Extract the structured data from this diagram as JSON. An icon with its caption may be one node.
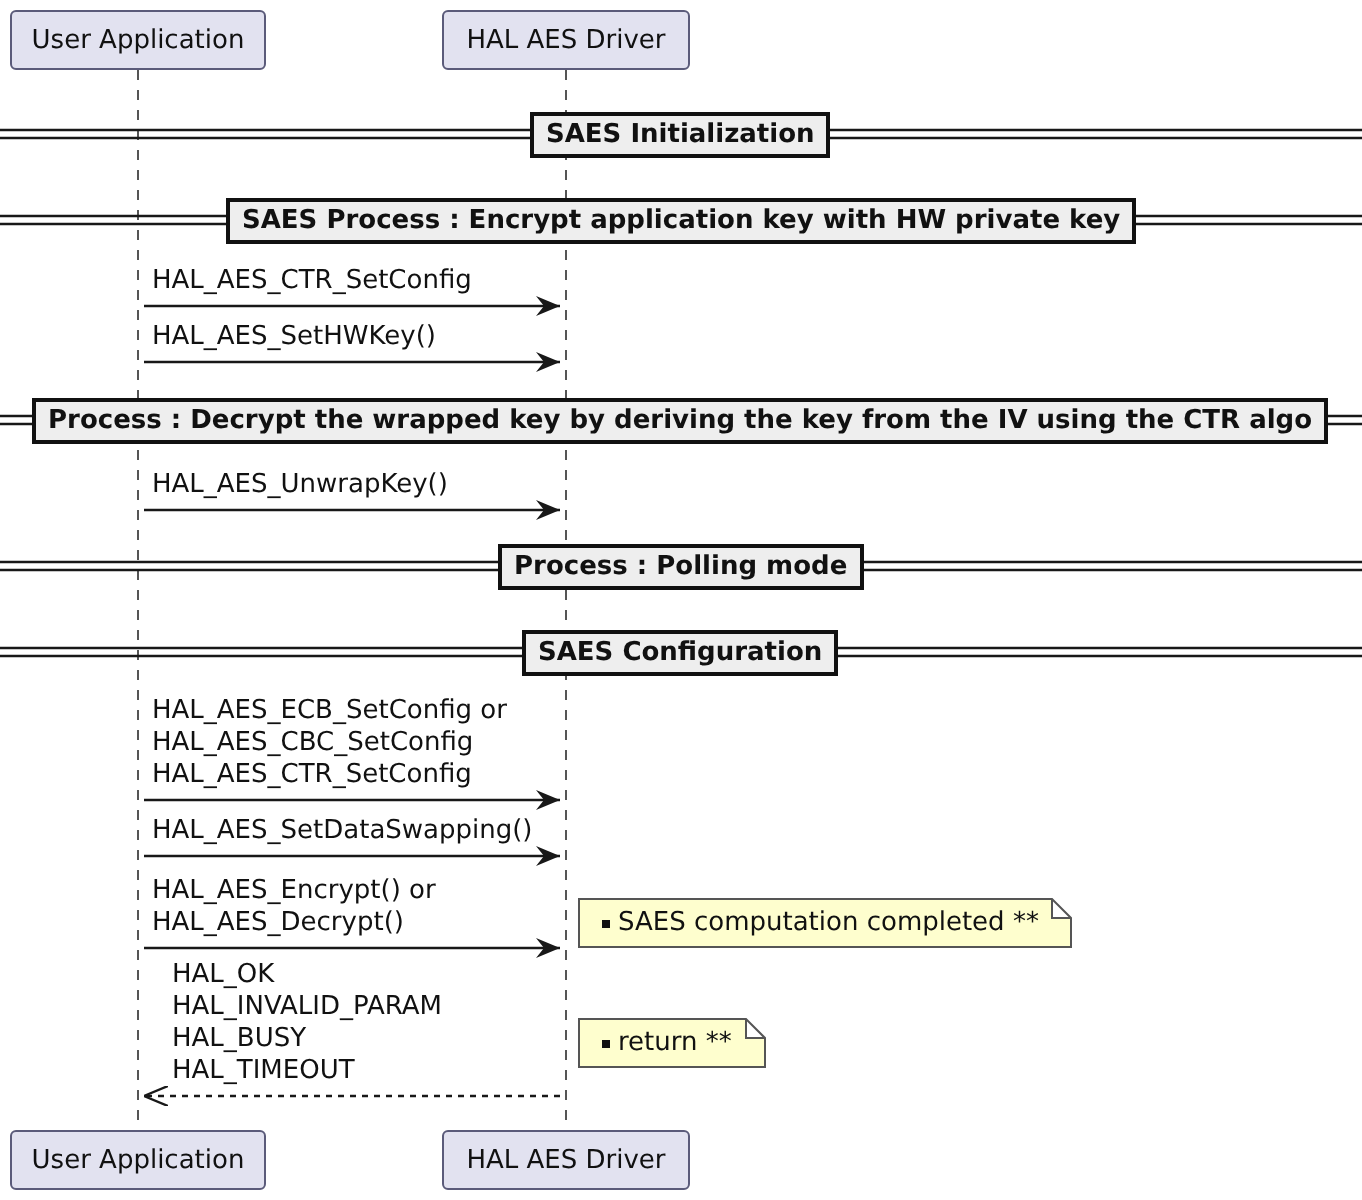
{
  "diagram": {
    "nodes": [
      {
        "text": [
          "User Application"
        ]
      },
      {
        "text": [
          "HAL AES Driver"
        ]
      },
      {
        "text": [],
        "shape": "bar"
      },
      {
        "text": [],
        "shape": "bar"
      },
      {
        "text": [
          "SAES Initialization"
        ]
      },
      {
        "text": [
          "SAES Process : Encrypt application key with HW private key"
        ]
      },
      {
        "text": [
          "Process : Decrypt the wrapped key by deriving the key from the IV using the CTR algo"
        ]
      },
      {
        "text": [
          "Process : Polling mode"
        ]
      },
      {
        "text": [
          "SAES Configuration"
        ]
      },
      {
        "text": [
          "SAES computation completed **"
        ]
      },
      {
        "text": [
          "return **"
        ]
      },
      {
        "text": [
          "User Application"
        ]
      },
      {
        "text": [
          "HAL AES Driver"
        ]
      }
    ],
    "edges": [
      {
        "from": 2,
        "to": 3,
        "arrow": "to",
        "label": "HAL_AES_CTR_SetConfig"
      },
      {
        "from": 2,
        "to": 3,
        "arrow": "to",
        "label": "HAL_AES_SetHWKey()"
      },
      {
        "from": 2,
        "to": 3,
        "arrow": "to",
        "label": "HAL_AES_UnwrapKey()"
      },
      {
        "from": 2,
        "to": 3,
        "arrow": "to",
        "label": "HAL_AES_ECB_SetConfig or HAL_AES_CBC_SetConfig HAL_AES_CTR_SetConfig"
      },
      {
        "from": 2,
        "to": 3,
        "arrow": "to",
        "label": "HAL_AES_SetDataSwapping()"
      },
      {
        "from": 2,
        "to": 3,
        "arrow": "to",
        "label": "HAL_AES_Encrypt() or HAL_AES_Decrypt()"
      },
      {
        "from": 3,
        "to": 2,
        "arrow": "to",
        "label": "HAL_OK HAL_INVALID_PARAM HAL_BUSY HAL_TIMEOUT",
        "style": "dashed"
      }
    ]
  }
}
